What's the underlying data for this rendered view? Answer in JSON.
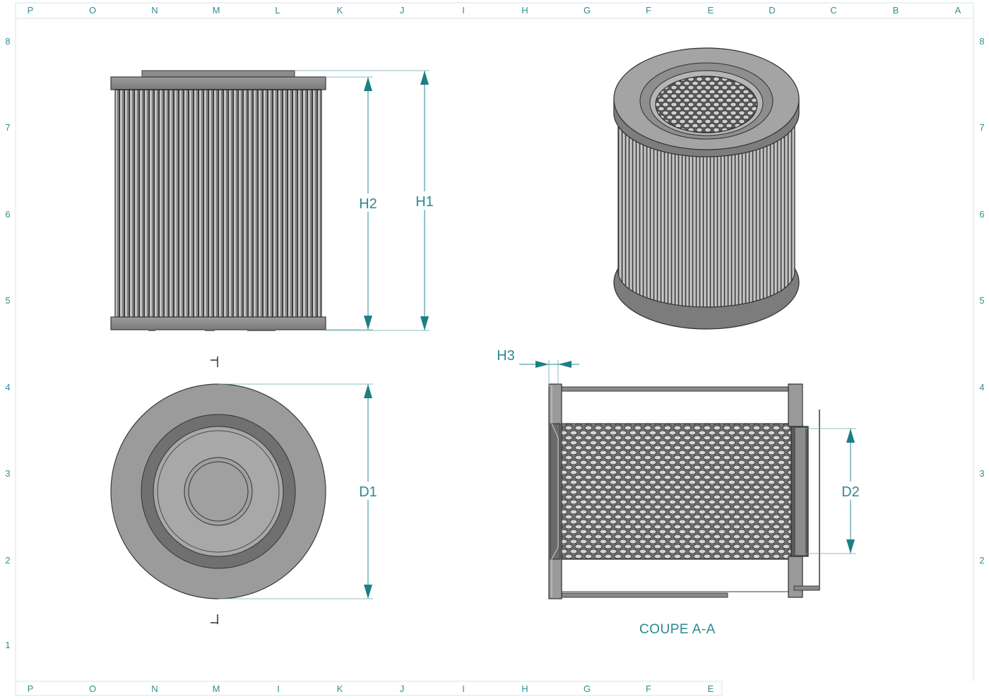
{
  "border": {
    "top_columns": [
      "P",
      "O",
      "N",
      "M",
      "L",
      "K",
      "J",
      "I",
      "H",
      "G",
      "F",
      "E",
      "D",
      "C",
      "B",
      "A"
    ],
    "bottom_columns": [
      "P",
      "O",
      "N",
      "M",
      "I",
      "K",
      "J",
      "I",
      "H",
      "G",
      "F",
      "E"
    ],
    "left_rows": [
      "8",
      "7",
      "6",
      "5",
      "4",
      "3",
      "2",
      "1"
    ],
    "right_rows": [
      "8",
      "7",
      "6",
      "5",
      "4",
      "3",
      "2"
    ]
  },
  "dimensions": {
    "h1": "H1",
    "h2": "H2",
    "h3": "H3",
    "d1": "D1",
    "d2": "D2"
  },
  "section_title": "COUPE A-A",
  "colors": {
    "dimension": "#2a8a8f",
    "part_gray": "#8a8a8a",
    "part_dark": "#3a3a3a",
    "frame": "#d9e6e6"
  }
}
